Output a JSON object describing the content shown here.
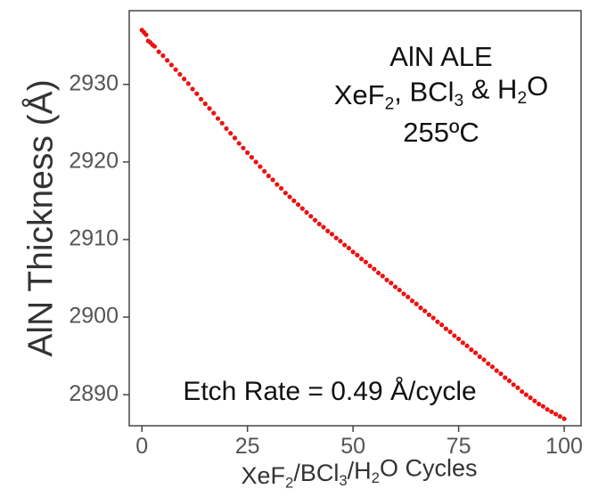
{
  "chart_data": {
    "type": "scatter",
    "xlabel": {
      "parts": [
        {
          "text": "XeF",
          "sub": false
        },
        {
          "text": "2",
          "sub": true
        },
        {
          "text": "/BCl",
          "sub": false
        },
        {
          "text": "3",
          "sub": true
        },
        {
          "text": "/H",
          "sub": false
        },
        {
          "text": "2",
          "sub": true
        },
        {
          "text": "O Cycles",
          "sub": false
        }
      ]
    },
    "ylabel": "AlN Thickness (Å)",
    "xlim": [
      -3,
      104
    ],
    "ylim": [
      2886,
      2939.5
    ],
    "xticks": [
      0,
      25,
      50,
      75,
      100
    ],
    "yticks": [
      2890,
      2900,
      2910,
      2920,
      2930
    ],
    "grid": false,
    "series": [
      {
        "color": "#ee1111",
        "points": [
          [
            0,
            2937.0
          ],
          [
            0.5,
            2936.7
          ],
          [
            1,
            2936.4
          ],
          [
            1.5,
            2935.6
          ],
          [
            2,
            2935.4
          ],
          [
            2.5,
            2935.1
          ],
          [
            3,
            2934.9
          ],
          [
            4,
            2934.2
          ],
          [
            5,
            2933.7
          ],
          [
            6,
            2933.1
          ],
          [
            7,
            2932.5
          ],
          [
            8,
            2931.9
          ],
          [
            9,
            2931.3
          ],
          [
            10,
            2930.7
          ],
          [
            11,
            2930.1
          ],
          [
            12,
            2929.4
          ],
          [
            13,
            2928.8
          ],
          [
            14,
            2928.1
          ],
          [
            15,
            2927.5
          ],
          [
            16,
            2926.9
          ],
          [
            17,
            2926.3
          ],
          [
            18,
            2925.6
          ],
          [
            19,
            2925.0
          ],
          [
            20,
            2924.3
          ],
          [
            21,
            2923.7
          ],
          [
            22,
            2923.1
          ],
          [
            23,
            2922.4
          ],
          [
            24,
            2921.8
          ],
          [
            25,
            2921.2
          ],
          [
            26,
            2920.6
          ],
          [
            27,
            2920.0
          ],
          [
            28,
            2919.4
          ],
          [
            29,
            2918.8
          ],
          [
            30,
            2918.2
          ],
          [
            31,
            2917.7
          ],
          [
            32,
            2917.1
          ],
          [
            33,
            2916.6
          ],
          [
            34,
            2916.0
          ],
          [
            35,
            2915.5
          ],
          [
            36,
            2915.0
          ],
          [
            37,
            2914.5
          ],
          [
            38,
            2914.0
          ],
          [
            39,
            2913.5
          ],
          [
            40,
            2913.0
          ],
          [
            41,
            2912.5
          ],
          [
            42,
            2912.0
          ],
          [
            43,
            2911.6
          ],
          [
            44,
            2911.1
          ],
          [
            45,
            2910.7
          ],
          [
            46,
            2910.2
          ],
          [
            47,
            2909.8
          ],
          [
            48,
            2909.3
          ],
          [
            49,
            2908.9
          ],
          [
            50,
            2908.4
          ],
          [
            51,
            2908.0
          ],
          [
            52,
            2907.5
          ],
          [
            53,
            2907.1
          ],
          [
            54,
            2906.6
          ],
          [
            55,
            2906.2
          ],
          [
            56,
            2905.7
          ],
          [
            57,
            2905.3
          ],
          [
            58,
            2904.8
          ],
          [
            59,
            2904.4
          ],
          [
            60,
            2903.9
          ],
          [
            61,
            2903.5
          ],
          [
            62,
            2903.0
          ],
          [
            63,
            2902.6
          ],
          [
            64,
            2902.1
          ],
          [
            65,
            2901.7
          ],
          [
            66,
            2901.2
          ],
          [
            67,
            2900.8
          ],
          [
            68,
            2900.3
          ],
          [
            69,
            2899.9
          ],
          [
            70,
            2899.4
          ],
          [
            71,
            2899.0
          ],
          [
            72,
            2898.5
          ],
          [
            73,
            2898.1
          ],
          [
            74,
            2897.6
          ],
          [
            75,
            2897.2
          ],
          [
            76,
            2896.7
          ],
          [
            77,
            2896.3
          ],
          [
            78,
            2895.8
          ],
          [
            79,
            2895.4
          ],
          [
            80,
            2894.9
          ],
          [
            81,
            2894.5
          ],
          [
            82,
            2894.0
          ],
          [
            83,
            2893.6
          ],
          [
            84,
            2893.1
          ],
          [
            85,
            2892.7
          ],
          [
            86,
            2892.2
          ],
          [
            87,
            2891.8
          ],
          [
            88,
            2891.3
          ],
          [
            89,
            2890.9
          ],
          [
            90,
            2890.4
          ],
          [
            91,
            2890.0
          ],
          [
            92,
            2889.6
          ],
          [
            93,
            2889.2
          ],
          [
            94,
            2888.8
          ],
          [
            95,
            2888.5
          ],
          [
            96,
            2888.1
          ],
          [
            97,
            2887.8
          ],
          [
            98,
            2887.5
          ],
          [
            99,
            2887.2
          ],
          [
            100,
            2886.9
          ]
        ]
      }
    ],
    "annotations": {
      "title_lines": [
        {
          "parts": [
            {
              "text": "AlN ALE",
              "sub": false
            }
          ]
        },
        {
          "parts": [
            {
              "text": "XeF",
              "sub": false
            },
            {
              "text": "2",
              "sub": true
            },
            {
              "text": ", BCl",
              "sub": false
            },
            {
              "text": "3",
              "sub": true
            },
            {
              "text": " & H",
              "sub": false
            },
            {
              "text": "2",
              "sub": true
            },
            {
              "text": "O",
              "sub": false
            }
          ]
        },
        {
          "parts": [
            {
              "text": "255ºC",
              "sub": false
            }
          ]
        }
      ],
      "etch_rate": "Etch Rate = 0.49 Å/cycle"
    }
  }
}
